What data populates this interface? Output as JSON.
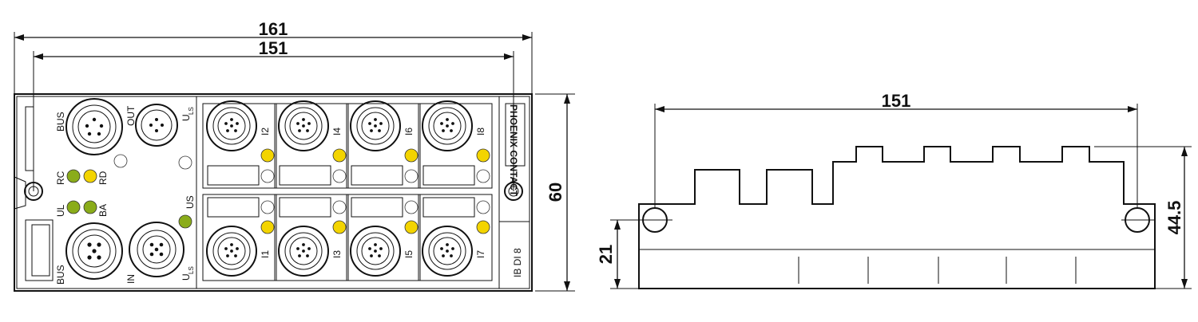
{
  "front_view": {
    "dim_overall_width": "161",
    "dim_hole_spacing": "151",
    "dim_height": "60",
    "labels": {
      "bus_top": "BUS",
      "out": "OUT",
      "uls_top": "U",
      "uls_top_sub": "LS",
      "rc": "RC",
      "rd": "RD",
      "ul": "UL",
      "ba": "BA",
      "us": "US",
      "bus_bottom": "BUS",
      "in": "IN",
      "uls_bottom": "U",
      "uls_bottom_sub": "LS",
      "model": "IB DI 8",
      "brand": "PHOENIX CONTACT"
    },
    "inputs": {
      "top": [
        "I2",
        "I4",
        "I6",
        "I8"
      ],
      "bottom": [
        "I1",
        "I3",
        "I5",
        "I7"
      ]
    },
    "colors": {
      "led_green": "#8aac1a",
      "led_yellow": "#f3d400"
    }
  },
  "side_view": {
    "dim_hole_spacing": "151",
    "dim_height": "44.5",
    "dim_mount_height": "21"
  }
}
